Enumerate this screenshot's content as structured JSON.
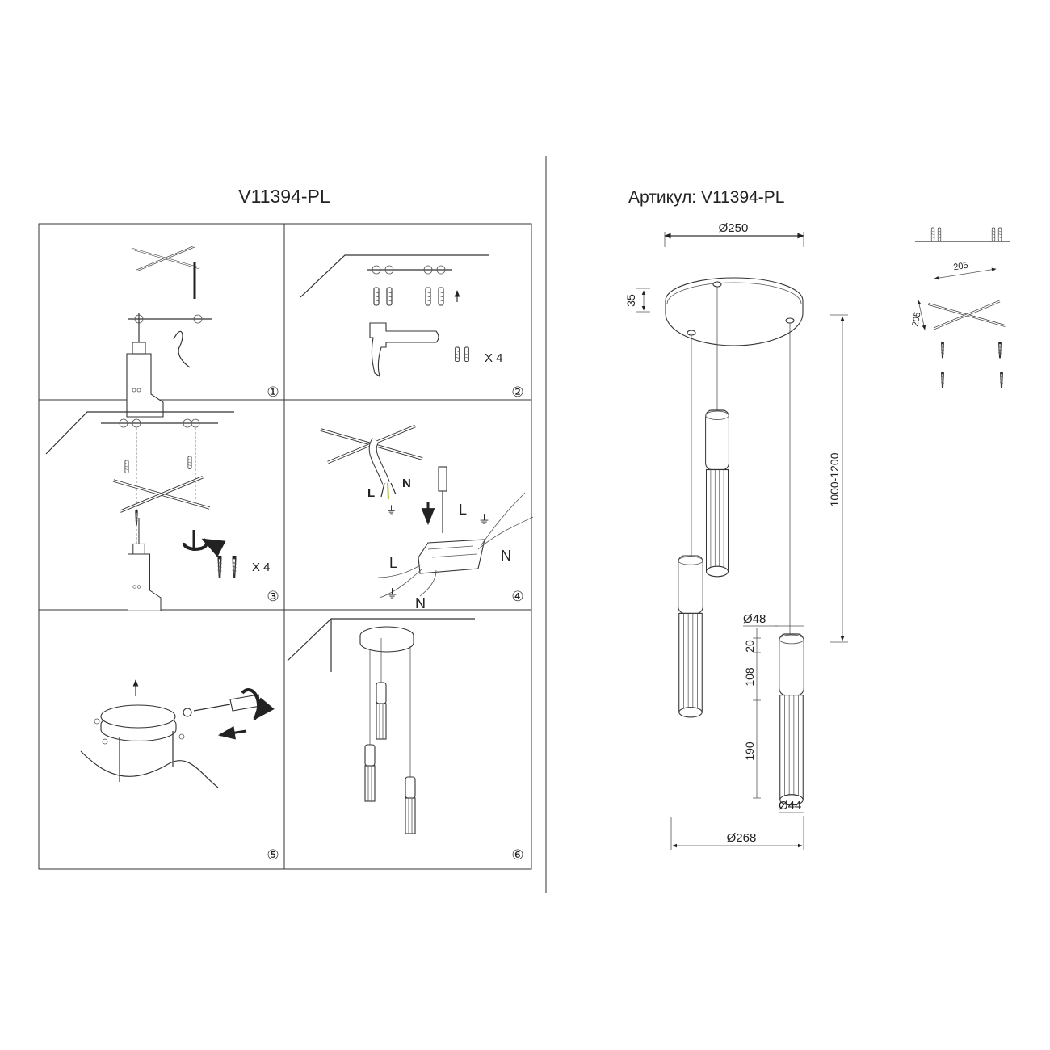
{
  "left_title": "V11394-PL",
  "right_title": "Артикул: V11394-PL",
  "steps": [
    {
      "number": "①"
    },
    {
      "number": "②",
      "quantity": "X 4"
    },
    {
      "number": "③",
      "quantity": "X 4"
    },
    {
      "number": "④",
      "wire_labels": {
        "cable_l": "L",
        "cable_n": "N",
        "block_l_top": "L",
        "block_n_right": "N",
        "block_l_left": "L",
        "block_n_bottom": "N"
      }
    },
    {
      "number": "⑤"
    },
    {
      "number": "⑥"
    }
  ],
  "dimensions": {
    "canopy_diameter": "Ø250",
    "canopy_height": "35",
    "cable_length": "1000-1200",
    "shade_top_diameter": "Ø48",
    "cap_height": "20",
    "body_height": "108",
    "diffuser_height": "190",
    "shade_bottom_diameter": "Ø44",
    "overall_diameter": "Ø268",
    "bracket_length_a": "205",
    "bracket_length_b": "205"
  },
  "colors": {
    "line": "#333333",
    "earth_wire": "#a6c43a"
  }
}
